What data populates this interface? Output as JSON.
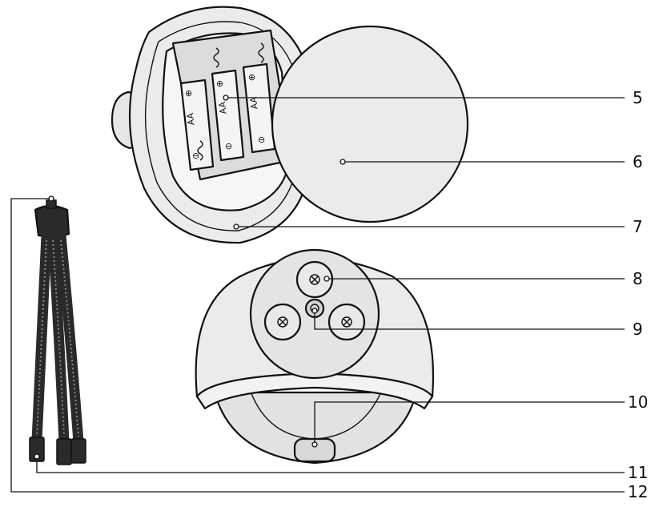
{
  "colors": {
    "body_fill": "#ebebeb",
    "body_fill_dark": "#d9d9d9",
    "outline": "#111111",
    "tripod": "#2a2a2a"
  },
  "battery_labels": {
    "type": "AA",
    "plus": "⊕",
    "minus": "⊖"
  },
  "callouts": [
    {
      "id": "5",
      "label": "5"
    },
    {
      "id": "6",
      "label": "6"
    },
    {
      "id": "7",
      "label": "7"
    },
    {
      "id": "8",
      "label": "8"
    },
    {
      "id": "9",
      "label": "9"
    },
    {
      "id": "10",
      "label": "10"
    },
    {
      "id": "11",
      "label": "11"
    },
    {
      "id": "12",
      "label": "12"
    }
  ]
}
